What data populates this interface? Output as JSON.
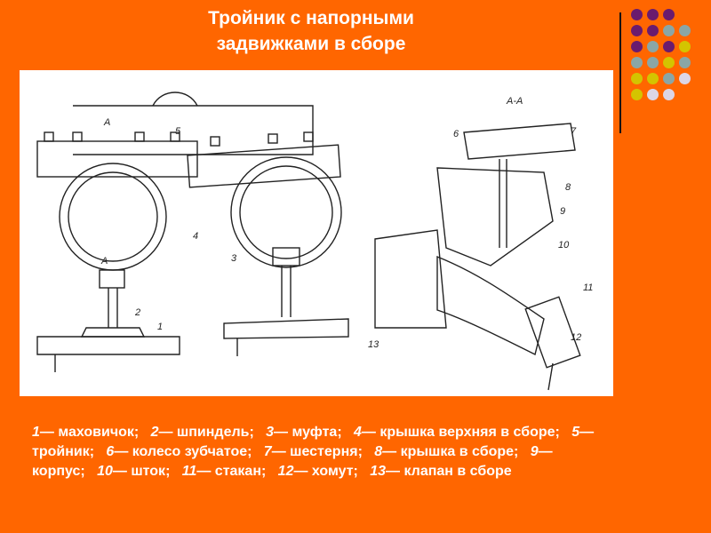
{
  "title_line1": "Тройник с напорными",
  "title_line2": "задвижками в сборе",
  "dot_colors": {
    "purple": "#6a1b6e",
    "gray": "#8aa6a6",
    "yellow": "#d4c400",
    "light": "#dcd6e6",
    "accent": "#ff6600"
  },
  "drawing": {
    "section_label": "А-А",
    "arrow_label": "А",
    "a_mark": "А",
    "callouts": [
      "1",
      "2",
      "3",
      "4",
      "5",
      "6",
      "7",
      "8",
      "9",
      "10",
      "11",
      "12",
      "13"
    ]
  },
  "legend": [
    {
      "num": "1",
      "text": "— маховичок;"
    },
    {
      "num": "2",
      "text": "— шпиндель;"
    },
    {
      "num": "3",
      "text": "— муфта;"
    },
    {
      "num": "4",
      "text": "— крышка верхняя в сборе;"
    },
    {
      "num": "5",
      "text": "— тройник;"
    },
    {
      "num": "6",
      "text": "— колесо зубчатое;"
    },
    {
      "num": "7",
      "text": "— шестерня;"
    },
    {
      "num": "8",
      "text": "— крышка в сборе;"
    },
    {
      "num": "9",
      "text": "— корпус;"
    },
    {
      "num": "10",
      "text": "— шток;"
    },
    {
      "num": "11",
      "text": "— стакан;"
    },
    {
      "num": "12",
      "text": "— хомут;"
    },
    {
      "num": "13",
      "text": "— клапан в сборе"
    }
  ]
}
